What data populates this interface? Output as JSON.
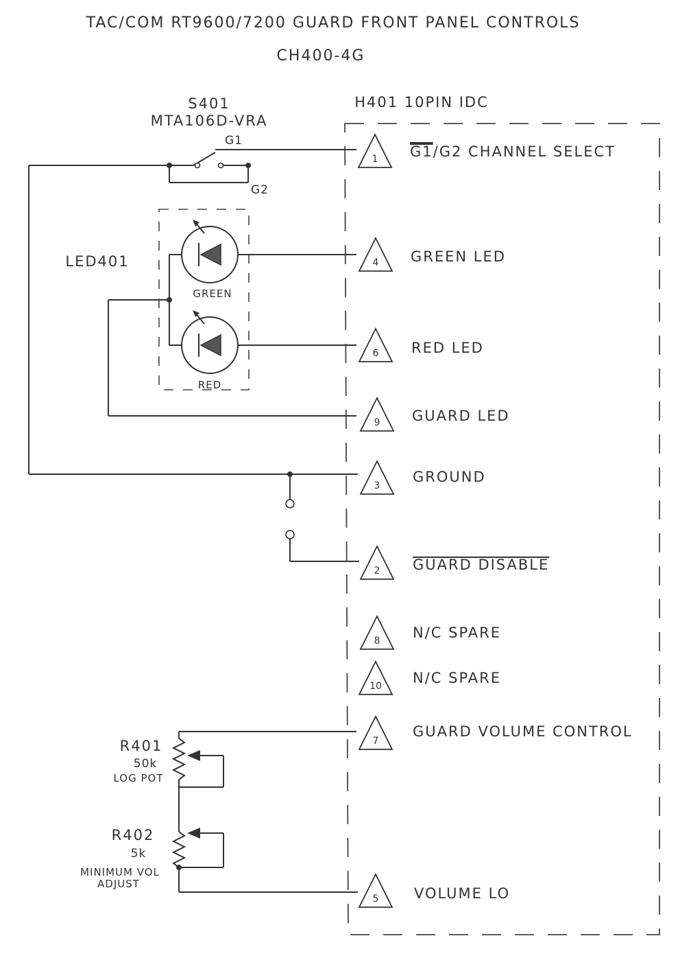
{
  "title": "TAC/COM RT9600/7200 GUARD FRONT PANEL CONTROLS",
  "subtitle": "CH400-4G",
  "switch": {
    "ref": "S401",
    "part": "MTA106D-VRA",
    "pole_g1": "G1",
    "pole_g2": "G2"
  },
  "led": {
    "ref": "LED401",
    "green_label": "GREEN",
    "red_label": "RED"
  },
  "header": {
    "ref": "H401 10PIN IDC"
  },
  "pins": [
    {
      "num": "1",
      "name_bar": "G1",
      "name": "/G2 CHANNEL SELECT"
    },
    {
      "num": "4",
      "name": "GREEN LED"
    },
    {
      "num": "6",
      "name": "RED LED"
    },
    {
      "num": "9",
      "name": "GUARD LED"
    },
    {
      "num": "3",
      "name": "GROUND"
    },
    {
      "num": "2",
      "name": "GUARD DISABLE"
    },
    {
      "num": "8",
      "name": "N/C SPARE"
    },
    {
      "num": "10",
      "name": "N/C SPARE"
    },
    {
      "num": "7",
      "name": "GUARD VOLUME CONTROL"
    },
    {
      "num": "5",
      "name": "VOLUME LO"
    }
  ],
  "r401": {
    "ref": "R401",
    "value": "50k",
    "note": "LOG POT"
  },
  "r402": {
    "ref": "R402",
    "value": "5k",
    "note_line1": "MINIMUM VOL",
    "note_line2": "ADJUST"
  },
  "colors": {
    "ink": "#333333",
    "paper": "#ffffff"
  }
}
